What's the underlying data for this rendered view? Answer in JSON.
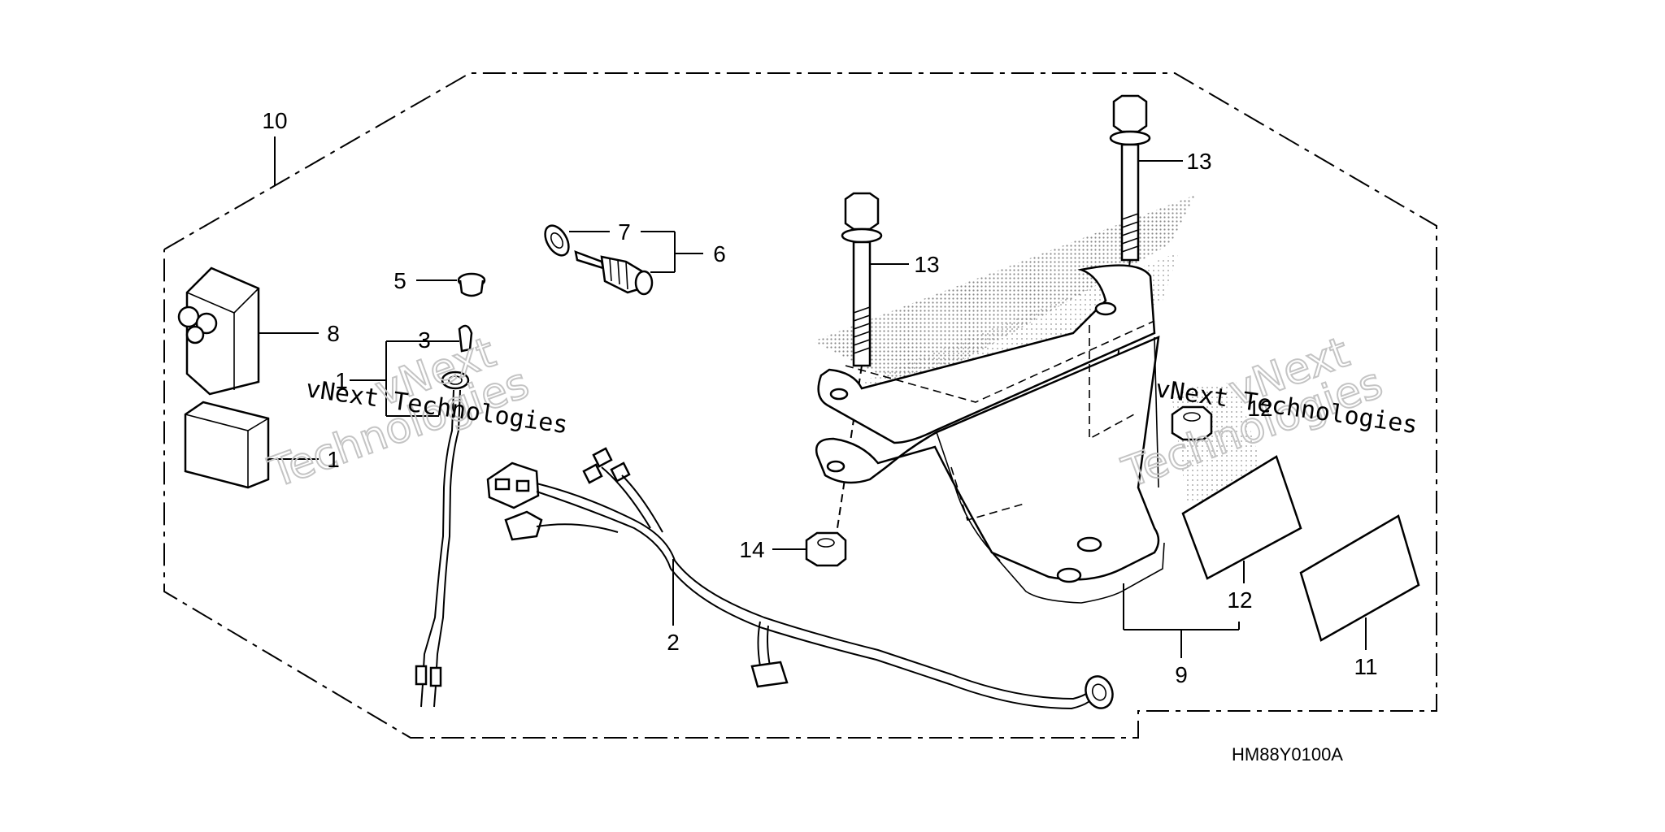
{
  "diagram": {
    "callouts": {
      "c1": "1",
      "c1b": "1",
      "c2": "2",
      "c3": "3",
      "c5": "5",
      "c6": "6",
      "c7": "7",
      "c8": "8",
      "c9": "9",
      "c10": "10",
      "c11": "11",
      "c12a": "12",
      "c12b": "12",
      "c13a": "13",
      "c13b": "13",
      "c14a": "14"
    },
    "diagram_code": "HM88Y0100A",
    "watermark": {
      "line": "vNext Technologies",
      "line2": "vNext",
      "line3": "Technologies"
    }
  }
}
